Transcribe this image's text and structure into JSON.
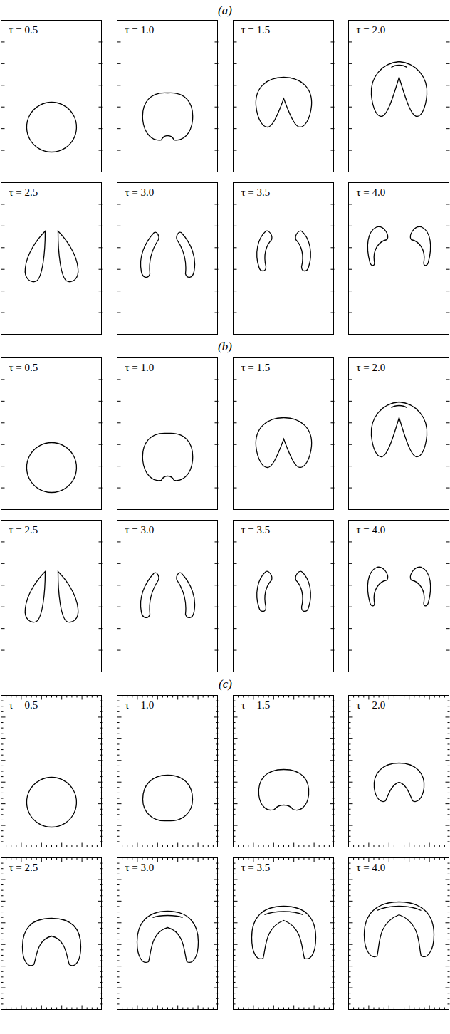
{
  "diagram": {
    "labels": [
      "(a)",
      "τ = 0.5",
      "τ = 1.0",
      "τ = 1.5",
      "τ = 2.0",
      "τ = 2.5",
      "τ = 3.0",
      "τ = 3.5",
      "τ = 4.0",
      "(b)",
      "τ = 0.5",
      "τ = 1.0",
      "τ = 1.5",
      "τ = 2.0",
      "τ = 2.5",
      "τ = 3.0",
      "τ = 3.5",
      "τ = 4.0",
      "(c)",
      "τ = 0.5",
      "τ = 1.0",
      "τ = 1.5",
      "τ = 2.0",
      "τ = 2.5",
      "τ = 3.0",
      "τ = 3.5",
      "τ = 4.0"
    ]
  }
}
